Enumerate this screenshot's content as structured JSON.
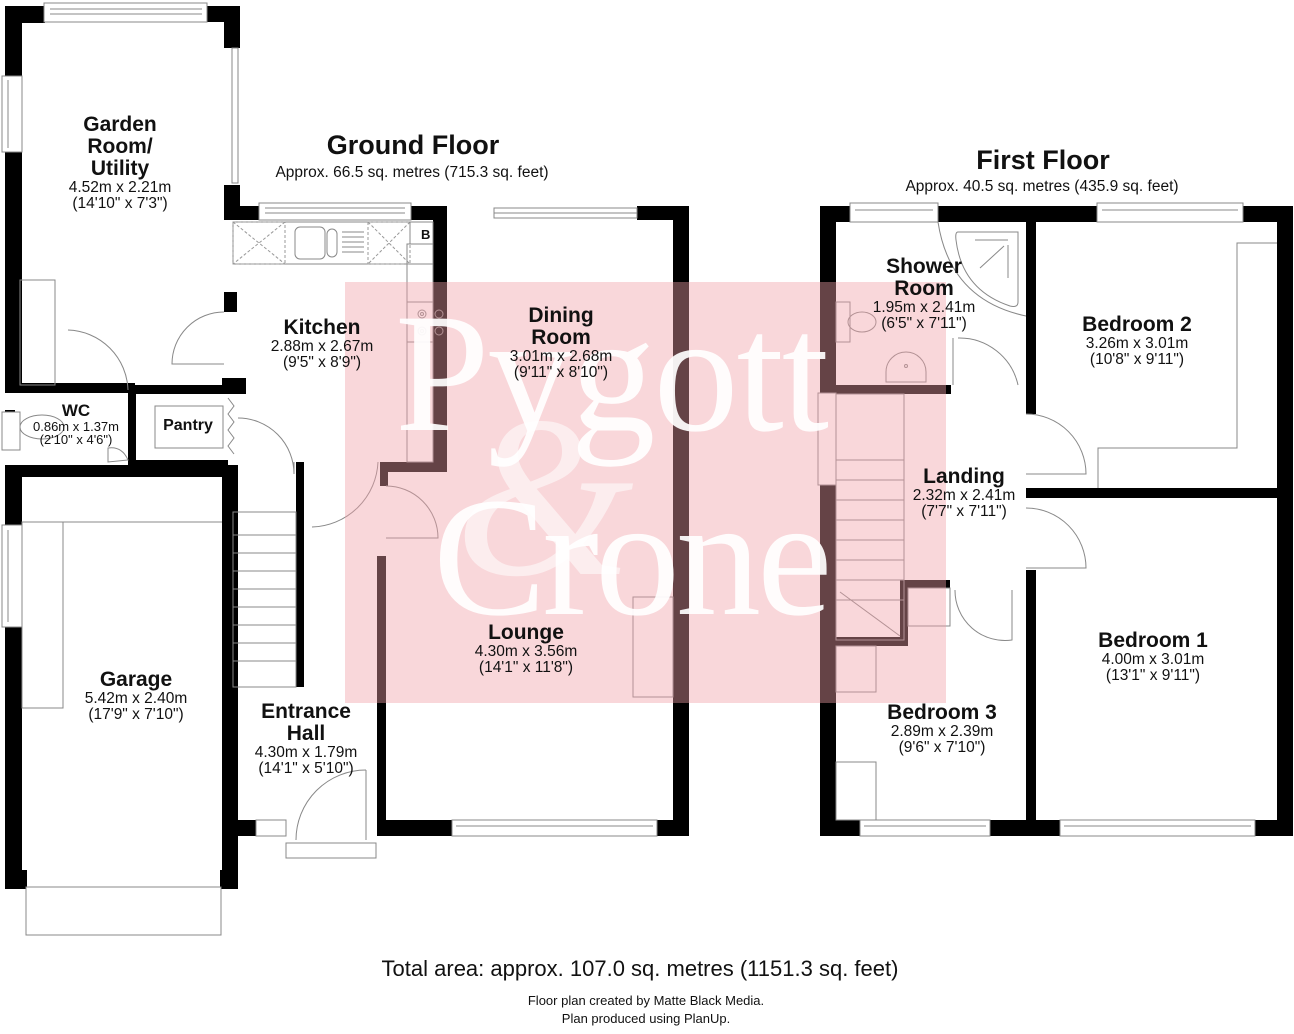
{
  "ground_floor": {
    "title": "Ground Floor",
    "area": "Approx. 66.5 sq. metres (715.3 sq. feet)",
    "rooms": [
      {
        "name": "Garden Room/ Utility",
        "name_lines": [
          "Garden",
          "Room/",
          "Utility"
        ],
        "metric": "4.52m x 2.21m",
        "imperial": "(14'10\" x 7'3\")"
      },
      {
        "name": "Kitchen",
        "name_lines": [
          "Kitchen"
        ],
        "metric": "2.88m x 2.67m",
        "imperial": "(9'5\" x 8'9\")"
      },
      {
        "name": "Dining Room",
        "name_lines": [
          "Dining",
          "Room"
        ],
        "metric": "3.01m x 2.68m",
        "imperial": "(9'11\" x 8'10\")"
      },
      {
        "name": "WC",
        "name_lines": [
          "WC"
        ],
        "metric": "0.86m x 1.37m",
        "imperial": "(2'10\" x 4'6\")"
      },
      {
        "name": "Pantry",
        "name_lines": [
          "Pantry"
        ],
        "metric": "",
        "imperial": ""
      },
      {
        "name": "Lounge",
        "name_lines": [
          "Lounge"
        ],
        "metric": "4.30m x 3.56m",
        "imperial": "(14'1\" x 11'8\")"
      },
      {
        "name": "Garage",
        "name_lines": [
          "Garage"
        ],
        "metric": "5.42m x 2.40m",
        "imperial": "(17'9\" x 7'10\")"
      },
      {
        "name": "Entrance Hall",
        "name_lines": [
          "Entrance",
          "Hall"
        ],
        "metric": "4.30m x 1.79m",
        "imperial": "(14'1\" x 5'10\")"
      }
    ],
    "fixtures": {
      "boiler_label": "B"
    }
  },
  "first_floor": {
    "title": "First Floor",
    "area": "Approx. 40.5 sq. metres (435.9 sq. feet)",
    "rooms": [
      {
        "name": "Shower Room",
        "name_lines": [
          "Shower",
          "Room"
        ],
        "metric": "1.95m x 2.41m",
        "imperial": "(6'5\" x 7'11\")"
      },
      {
        "name": "Bedroom 2",
        "name_lines": [
          "Bedroom 2"
        ],
        "metric": "3.26m x 3.01m",
        "imperial": "(10'8\" x 9'11\")"
      },
      {
        "name": "Landing",
        "name_lines": [
          "Landing"
        ],
        "metric": "2.32m x 2.41m",
        "imperial": "(7'7\" x 7'11\")"
      },
      {
        "name": "Bedroom 1",
        "name_lines": [
          "Bedroom 1"
        ],
        "metric": "4.00m x 3.01m",
        "imperial": "(13'1\" x 9'11\")"
      },
      {
        "name": "Bedroom 3",
        "name_lines": [
          "Bedroom 3"
        ],
        "metric": "2.89m x 2.39m",
        "imperial": "(9'6\" x 7'10\")"
      }
    ]
  },
  "totals": {
    "total_area": "Total area: approx. 107.0 sq. metres (1151.3 sq. feet)"
  },
  "credits": {
    "line1": "Floor plan created by Matte Black Media.",
    "line2": "Plan produced using PlanUp."
  },
  "watermark": {
    "line1": "Pygott",
    "line2": "Crone",
    "ampersand": "&",
    "color": "#f0a0a8"
  },
  "colors": {
    "wall": "#000000",
    "fixture_line": "#888888",
    "background": "#ffffff"
  }
}
